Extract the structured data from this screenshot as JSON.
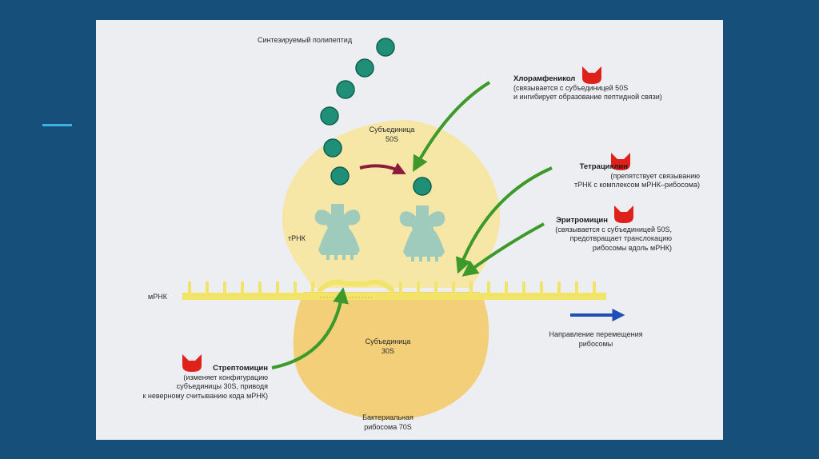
{
  "labels": {
    "polypeptide": "Синтезируемый полипептид",
    "subunit_50s": [
      "Субъединица",
      "50S"
    ],
    "subunit_30s": [
      "Субъединица",
      "30S"
    ],
    "trna": "тРНК",
    "mrna": "мРНК",
    "ribosome": [
      "Бактериальная",
      "рибосома 70S"
    ],
    "direction": [
      "Направление перемещения",
      "рибосомы"
    ]
  },
  "antibiotics": {
    "chloramphenicol": {
      "name": "Хлорамфеникол",
      "desc": [
        "(связывается с субъединицей 50S",
        "и ингибирует образование пептидной связи)"
      ]
    },
    "tetracycline": {
      "name": "Тетрациклин",
      "desc": [
        "(препятствует связыванию",
        "тРНК с комплексом мРНК–рибосома)"
      ]
    },
    "erythromycin": {
      "name": "Эритромицин",
      "desc": [
        "(связывается с субъединицей 50S,",
        "предотвращает транслокацию",
        "рибосомы вдоль мРНК)"
      ]
    },
    "streptomycin": {
      "name": "Стрептомицин",
      "desc": [
        "(изменяет конфигурацию",
        "субъединицы 30S, приводя",
        "к неверному считыванию кода мРНК)"
      ]
    }
  },
  "colors": {
    "background": "#16507a",
    "panel": "#eceef2",
    "accent": "#3cb3e6",
    "subunit_50s": "#f6e7a6",
    "subunit_30s": "#f2cf78",
    "trna": "#9fcbbd",
    "amino_acid": "#1f8f78",
    "mrna": "#f2e468",
    "antibiotic_arrow": "#3c9a2a",
    "antibiotic_icon": "#e0201a",
    "transfer_arrow": "#8c1a3c",
    "direction_arrow": "#1f4fb5"
  },
  "icons": [
    "antibiotic-icon",
    "direction-arrow-icon"
  ]
}
